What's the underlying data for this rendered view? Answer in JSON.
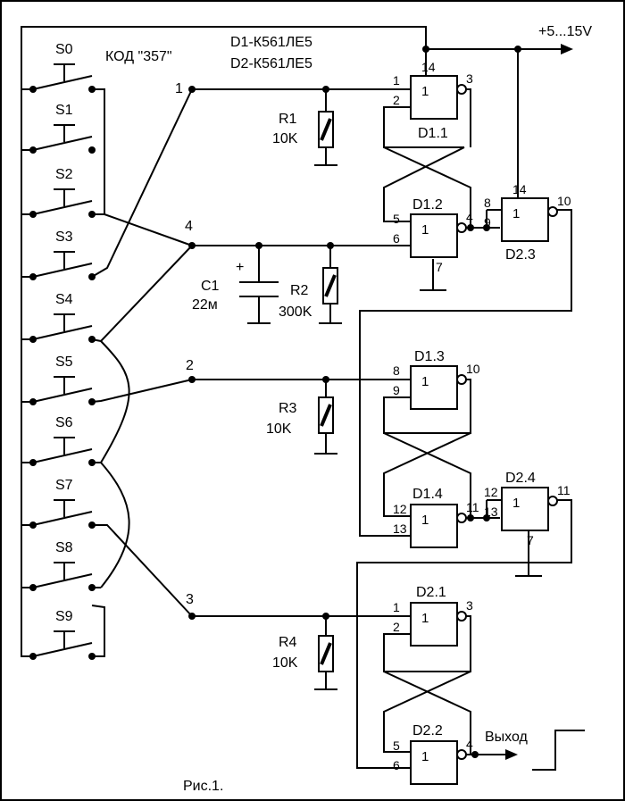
{
  "code_label": "КОД \"357\"",
  "chip_d1": "D1-К561ЛЕ5",
  "chip_d2": "D2-К561ЛЕ5",
  "supply": "+5...15V",
  "figure": "Рис.1.",
  "output": "Выход",
  "gate_symbol": "1",
  "switches": [
    "S0",
    "S1",
    "S2",
    "S3",
    "S4",
    "S5",
    "S6",
    "S7",
    "S8",
    "S9"
  ],
  "nodes": {
    "n1": "1",
    "n2": "2",
    "n3": "3",
    "n4": "4"
  },
  "r1": {
    "name": "R1",
    "value": "10K"
  },
  "r2": {
    "name": "R2",
    "value": "300K"
  },
  "r3": {
    "name": "R3",
    "value": "10K"
  },
  "r4": {
    "name": "R4",
    "value": "10K"
  },
  "c1": {
    "name": "C1",
    "value": "22м",
    "plus": "+"
  },
  "gates": {
    "d11": {
      "name": "D1.1",
      "in1": "1",
      "in2": "2",
      "out": "3",
      "vcc": "14"
    },
    "d12": {
      "name": "D1.2",
      "in1": "5",
      "in2": "6",
      "out": "4",
      "gnd": "7"
    },
    "d23": {
      "name": "D2.3",
      "in1": "8",
      "in2": "9",
      "out": "10",
      "vcc": "14"
    },
    "d13": {
      "name": "D1.3",
      "in1": "8",
      "in2": "9",
      "out": "10"
    },
    "d14": {
      "name": "D1.4",
      "in1": "12",
      "in2": "13",
      "out": "11"
    },
    "d24": {
      "name": "D2.4",
      "in1": "12",
      "in2": "13",
      "out": "11",
      "gnd": "7"
    },
    "d21": {
      "name": "D2.1",
      "in1": "1",
      "in2": "2",
      "out": "3"
    },
    "d22": {
      "name": "D2.2",
      "in1": "5",
      "in2": "6",
      "out": "4"
    }
  }
}
